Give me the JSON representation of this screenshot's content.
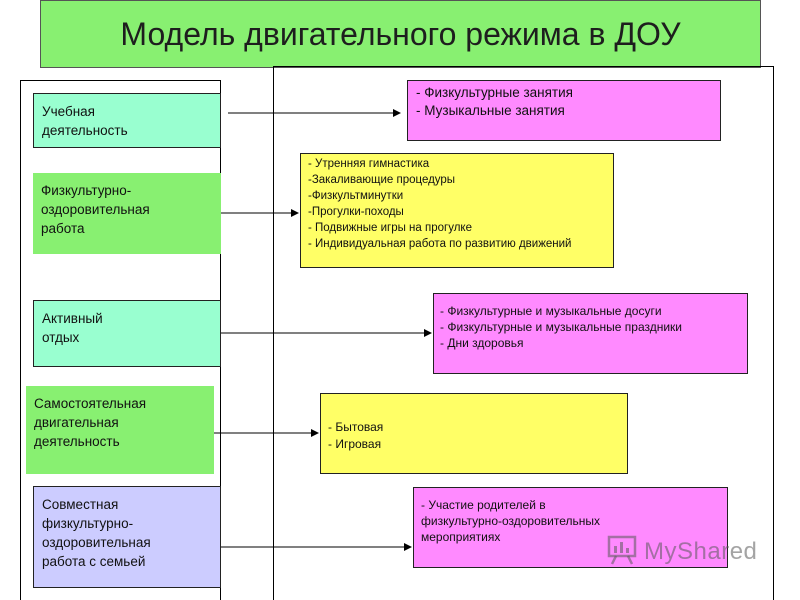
{
  "title": "Модель двигательного режима в ДОУ",
  "categories": [
    {
      "label": "Учебная\nдеятельность"
    },
    {
      "label": "Физкультурно-\nоздоровительная\nработа"
    },
    {
      "label": "Активный\nотдых"
    },
    {
      "label": "Самостоятельная\nдвигательная\nдеятельность"
    },
    {
      "label": "Совместная\nфизкультурно-\nоздоровительная\nработа с семьей"
    }
  ],
  "details": [
    {
      "text": "- Физкультурные занятия\n- Музыкальные занятия"
    },
    {
      "text": "- Утренняя гимнастика\n-Закаливающие процедуры\n-Физкультминутки\n-Прогулки-походы\n- Подвижные игры на прогулке\n- Индивидуальная работа по развитию движений"
    },
    {
      "text": "- Физкультурные и музыкальные досуги\n- Физкультурные и музыкальные праздники\n- Дни здоровья"
    },
    {
      "text": "- Бытовая\n- Игровая"
    },
    {
      "text": "- Участие родителей в\nфизкультурно-оздоровительных\nмероприятиях"
    }
  ],
  "watermark": {
    "text": "MyShared",
    "icon": "presentation-board-icon"
  },
  "colors": {
    "title_bg": "#88f071",
    "teal": "#99ffd0",
    "green": "#88f071",
    "lavender": "#ccccff",
    "pink": "#ff8aff",
    "yellow": "#ffff66"
  }
}
